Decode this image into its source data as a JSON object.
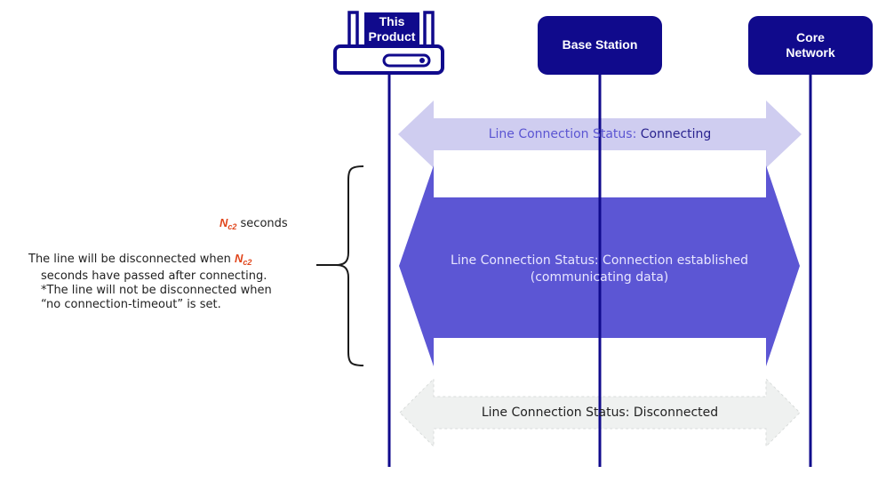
{
  "nodes": {
    "product": {
      "label_line1": "This",
      "label_line2": "Product"
    },
    "base_station": {
      "label": "Base Station"
    },
    "core_network": {
      "label_line1": "Core",
      "label_line2": "Network"
    }
  },
  "bands": {
    "connecting": {
      "prefix": "Line Connection Status: ",
      "status": "Connecting"
    },
    "established": {
      "line1": "Line Connection Status: Connection established",
      "line2": "(communicating data)"
    },
    "disconnected": {
      "text": "Line Connection Status: Disconnected"
    }
  },
  "annotation": {
    "seconds_symbol": "N",
    "seconds_subscript": "c2",
    "seconds_label": " seconds",
    "desc_line1_a": "The line will be disconnected when ",
    "desc_symbol": "N",
    "desc_subscript": "c2",
    "desc_line2": "seconds have passed after connecting.",
    "desc_line3": "*The line will not be disconnected when",
    "desc_line4": "“no connection-timeout” is set."
  },
  "colors": {
    "navy": "#100a8c",
    "connecting_fill": "#cfcdf0",
    "connecting_text": "#5b55d2",
    "established_fill": "#5c56d4",
    "disconnected_fill": "#eff1f0",
    "nc2_accent": "#e0451b"
  }
}
